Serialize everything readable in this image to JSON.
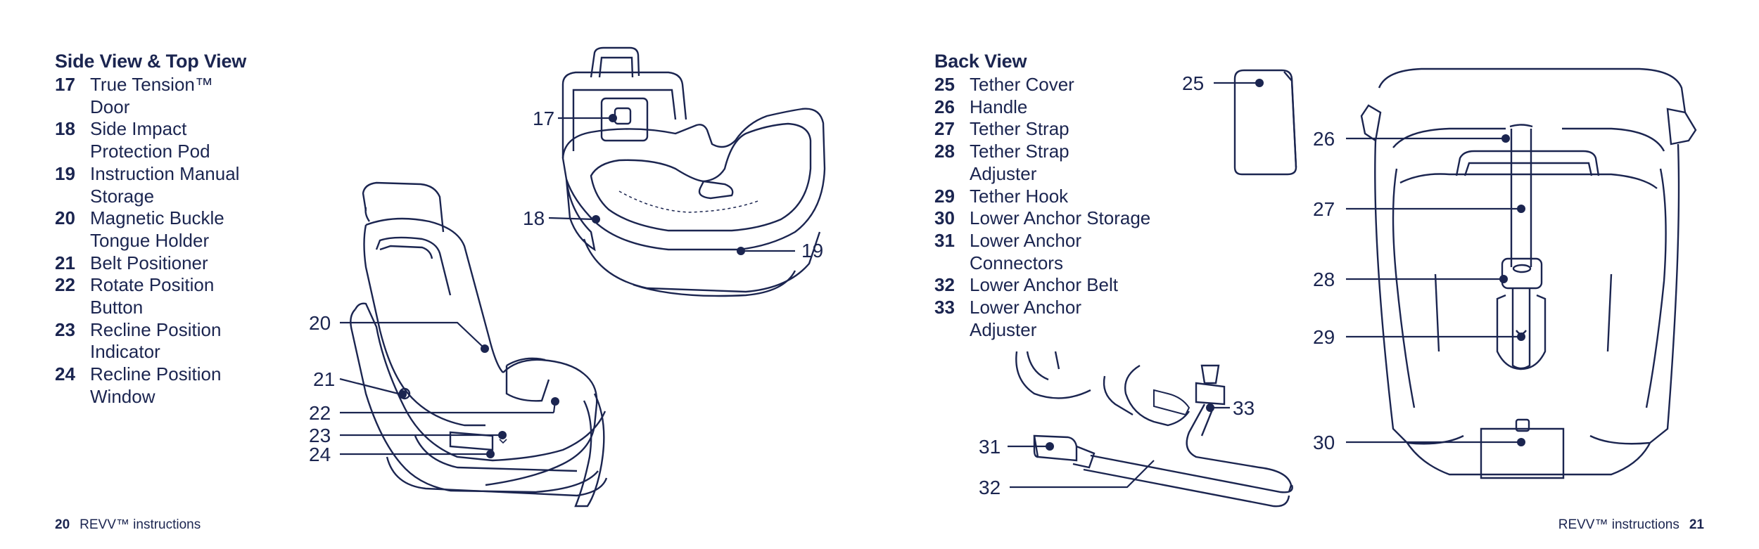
{
  "left_page": {
    "title": "Side View & Top View",
    "items": [
      {
        "num": "17",
        "lines": [
          "True Tension™",
          "Door"
        ]
      },
      {
        "num": "18",
        "lines": [
          "Side Impact",
          "Protection Pod"
        ]
      },
      {
        "num": "19",
        "lines": [
          "Instruction Manual",
          "Storage"
        ]
      },
      {
        "num": "20",
        "lines": [
          "Magnetic Buckle",
          "Tongue Holder"
        ]
      },
      {
        "num": "21",
        "lines": [
          "Belt Positioner"
        ]
      },
      {
        "num": "22",
        "lines": [
          "Rotate Position",
          "Button"
        ]
      },
      {
        "num": "23",
        "lines": [
          "Recline Position",
          "Indicator"
        ]
      },
      {
        "num": "24",
        "lines": [
          "Recline Position",
          "Window"
        ]
      }
    ],
    "footer": {
      "page_number": "20",
      "label": "REVV™ instructions"
    }
  },
  "right_page": {
    "title": "Back View",
    "items": [
      {
        "num": "25",
        "lines": [
          "Tether Cover"
        ]
      },
      {
        "num": "26",
        "lines": [
          "Handle"
        ]
      },
      {
        "num": "27",
        "lines": [
          "Tether Strap"
        ]
      },
      {
        "num": "28",
        "lines": [
          "Tether Strap",
          "Adjuster"
        ]
      },
      {
        "num": "29",
        "lines": [
          "Tether Hook"
        ]
      },
      {
        "num": "30",
        "lines": [
          "Lower Anchor Storage"
        ]
      },
      {
        "num": "31",
        "lines": [
          "Lower Anchor",
          "Connectors"
        ]
      },
      {
        "num": "32",
        "lines": [
          "Lower Anchor Belt"
        ]
      },
      {
        "num": "33",
        "lines": [
          "Lower Anchor",
          "Adjuster"
        ]
      }
    ],
    "footer": {
      "page_number": "21",
      "label": "REVV™ instructions"
    }
  },
  "callouts": {
    "c17": "17",
    "c18": "18",
    "c19": "19",
    "c20": "20",
    "c21": "21",
    "c22": "22",
    "c23": "23",
    "c24": "24",
    "c25": "25",
    "c26": "26",
    "c27": "27",
    "c28": "28",
    "c29": "29",
    "c30": "30",
    "c31": "31",
    "c32": "32",
    "c33": "33"
  },
  "colors": {
    "ink": "#1b2550",
    "background": "#ffffff"
  }
}
